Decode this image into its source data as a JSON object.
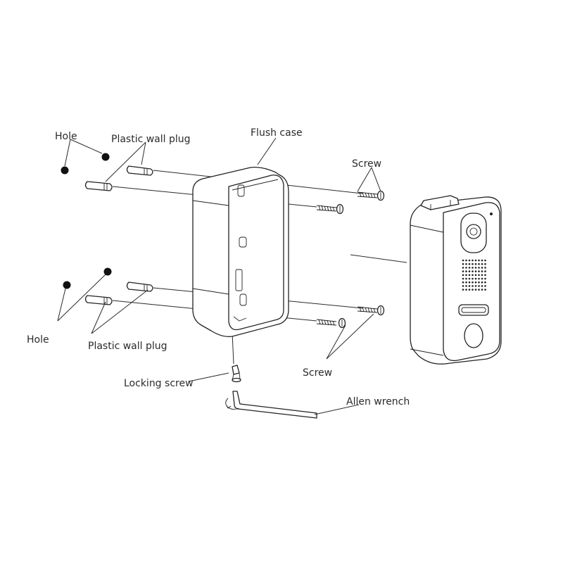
{
  "labels": {
    "hole_top": "Hole",
    "plug_top": "Plastic wall plug",
    "flush_case": "Flush case",
    "screw_top": "Screw",
    "hole_bottom": "Hole",
    "plug_bottom": "Plastic wall plug",
    "screw_bottom": "Screw",
    "locking_screw": "Locking screw",
    "allen_wrench": "Allen wrench"
  }
}
